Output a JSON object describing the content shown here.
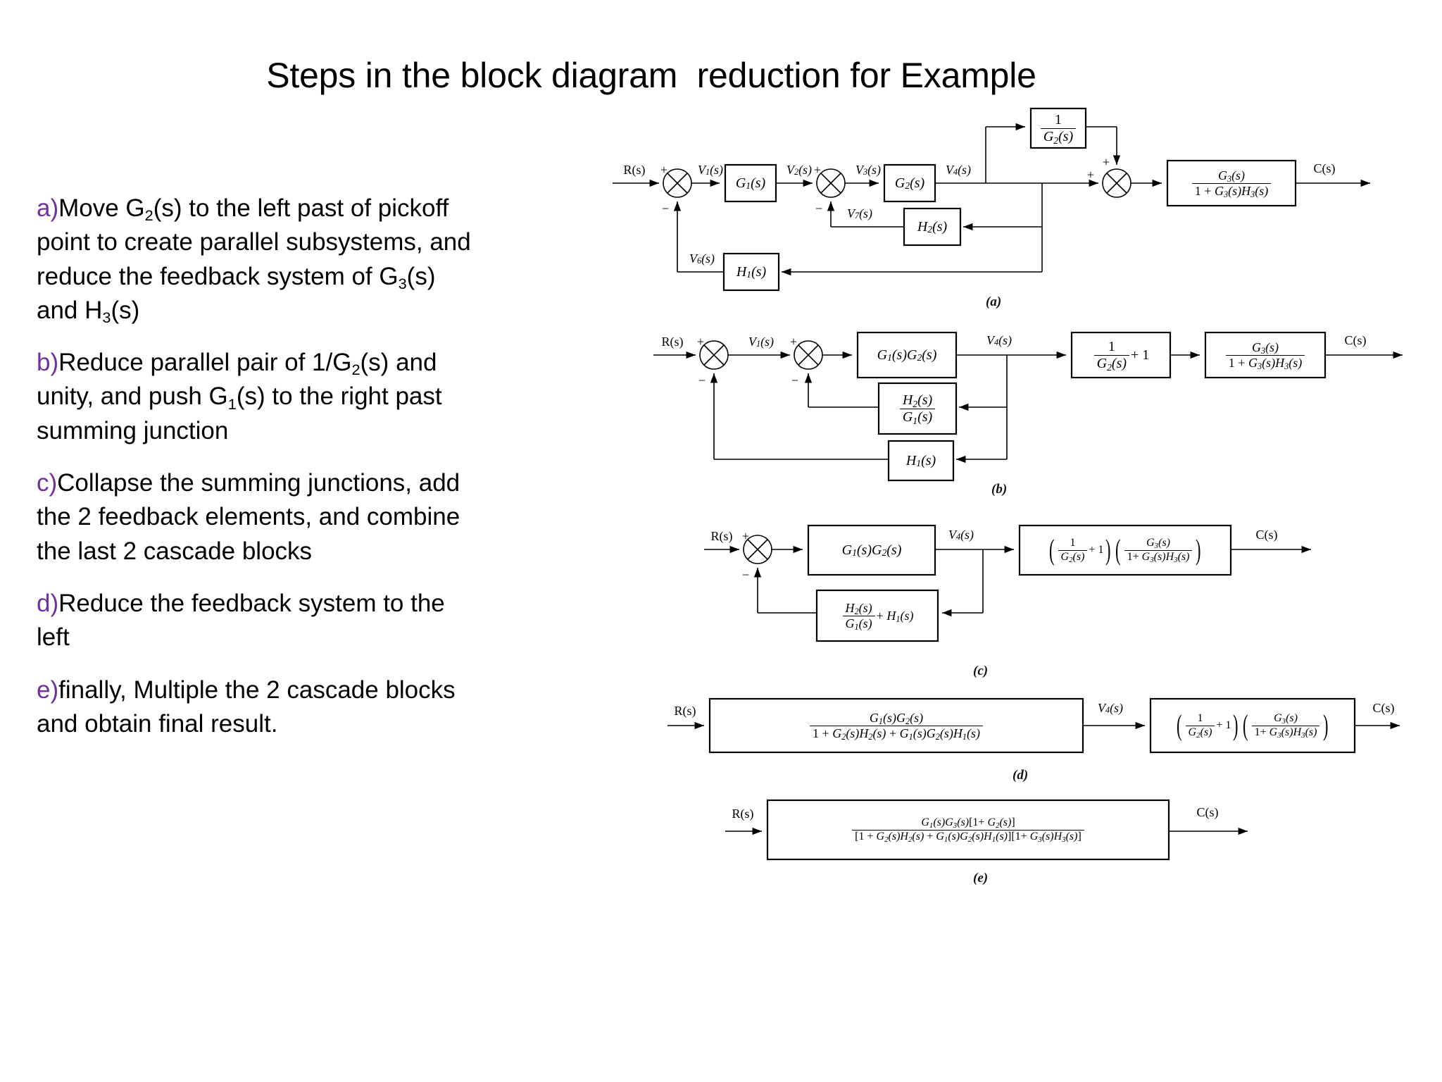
{
  "slide": {
    "title": "Steps in the block diagram  reduction for Example"
  },
  "bullets": [
    {
      "marker": "a)",
      "text_html": "Move G<sub>2</sub>(s) to the left past of pickoff point to create parallel subsystems, and reduce the feedback system of G<sub>3</sub>(s) and H<sub>3</sub>(s)",
      "text": "Move G2(s) to the left past of pickoff point to create parallel subsystems, and reduce the feedback system of G3(s) and H3(s)"
    },
    {
      "marker": "b)",
      "text_html": "Reduce parallel pair of 1/G<sub>2</sub>(s) and unity, and push G<sub>1</sub>(s) to the right past summing junction",
      "text": "Reduce parallel pair of 1/G2(s) and unity, and push G1(s) to the right past summing junction"
    },
    {
      "marker": "c)",
      "text_html": "Collapse the summing junctions, add the 2 feedback elements, and combine the last 2 cascade blocks",
      "text": "Collapse the summing junctions, add the 2 feedback elements, and combine the last 2 cascade blocks"
    },
    {
      "marker": "d)",
      "text_html": "Reduce the feedback system to the left",
      "text": "Reduce the feedback system to the left"
    },
    {
      "marker": "e)",
      "text_html": "finally, Multiple the 2 cascade blocks and obtain final result.",
      "text": "finally, Multiple the 2 cascade blocks and obtain final result."
    }
  ],
  "colors": {
    "marker_purple": "#7030A0",
    "line": "#000000",
    "background": "#ffffff"
  },
  "figures": {
    "a": {
      "label": "(a)",
      "signals": {
        "input": "R(s)",
        "v1": "V1(s)",
        "v2": "V2(s)",
        "v3": "V3(s)",
        "v4": "V4(s)",
        "v6": "V6(s)",
        "v7": "V7(s)",
        "output": "C(s)"
      },
      "blocks": {
        "g1": "G1(s)",
        "g2": "G2(s)",
        "inv_g2_num": "1",
        "inv_g2_den": "G2(s)",
        "g3_num": "G3(s)",
        "g3_den": "1 + G3(s)H3(s)",
        "h2": "H2(s)",
        "h1": "H1(s)"
      },
      "signs": {
        "sum1_plus": "+",
        "sum1_minus": "−",
        "sum2_plus": "+",
        "sum2_minus": "−",
        "sum3_plus_left": "+",
        "sum3_plus_top": "+"
      }
    },
    "b": {
      "label": "(b)",
      "signals": {
        "input": "R(s)",
        "v1": "V1(s)",
        "v4": "V4(s)",
        "output": "C(s)"
      },
      "blocks": {
        "g1g2": "G1(s)G2(s)",
        "inv_g2_plus1_num": "1",
        "inv_g2_plus1_den": "G2(s)",
        "inv_g2_plus1_tail": "+ 1",
        "g3_num": "G3(s)",
        "g3_den": "1 + G3(s)H3(s)",
        "h2overg1_num": "H2(s)",
        "h2overg1_den": "G1(s)",
        "h1": "H1(s)"
      },
      "signs": {
        "sum1_plus": "+",
        "sum1_minus": "−",
        "sum2_plus": "+",
        "sum2_minus": "−"
      }
    },
    "c": {
      "label": "(c)",
      "signals": {
        "input": "R(s)",
        "v4": "V4(s)",
        "output": "C(s)"
      },
      "blocks": {
        "g1g2": "G1(s)G2(s)",
        "combo_left_num": "1",
        "combo_left_den": "G2(s)",
        "combo_left_tail": "+ 1",
        "combo_right_num": "G3(s)",
        "combo_right_den": "1+ G3(s)H3(s)",
        "fb_num": "H2(s)",
        "fb_den": "G1(s)",
        "fb_tail": "+ H1(s)"
      },
      "signs": {
        "sum_plus": "+",
        "sum_minus": "−"
      }
    },
    "d": {
      "label": "(d)",
      "signals": {
        "input": "R(s)",
        "v4": "V4(s)",
        "output": "C(s)"
      },
      "blocks": {
        "left_num": "G1(s)G2(s)",
        "left_den": "1 + G2(s)H2(s) + G1(s)G2(s)H1(s)",
        "combo_left_num": "1",
        "combo_left_den": "G2(s)",
        "combo_left_tail": "+ 1",
        "combo_right_num": "G3(s)",
        "combo_right_den": "1+ G3(s)H3(s)"
      }
    },
    "e": {
      "label": "(e)",
      "signals": {
        "input": "R(s)",
        "output": "C(s)"
      },
      "blocks": {
        "num": "G1(s)G3(s)[1+ G2(s)]",
        "den": "[1 + G2(s)H2(s) + G1(s)G2(s)H1(s)][1+ G3(s)H3(s)]"
      }
    }
  }
}
